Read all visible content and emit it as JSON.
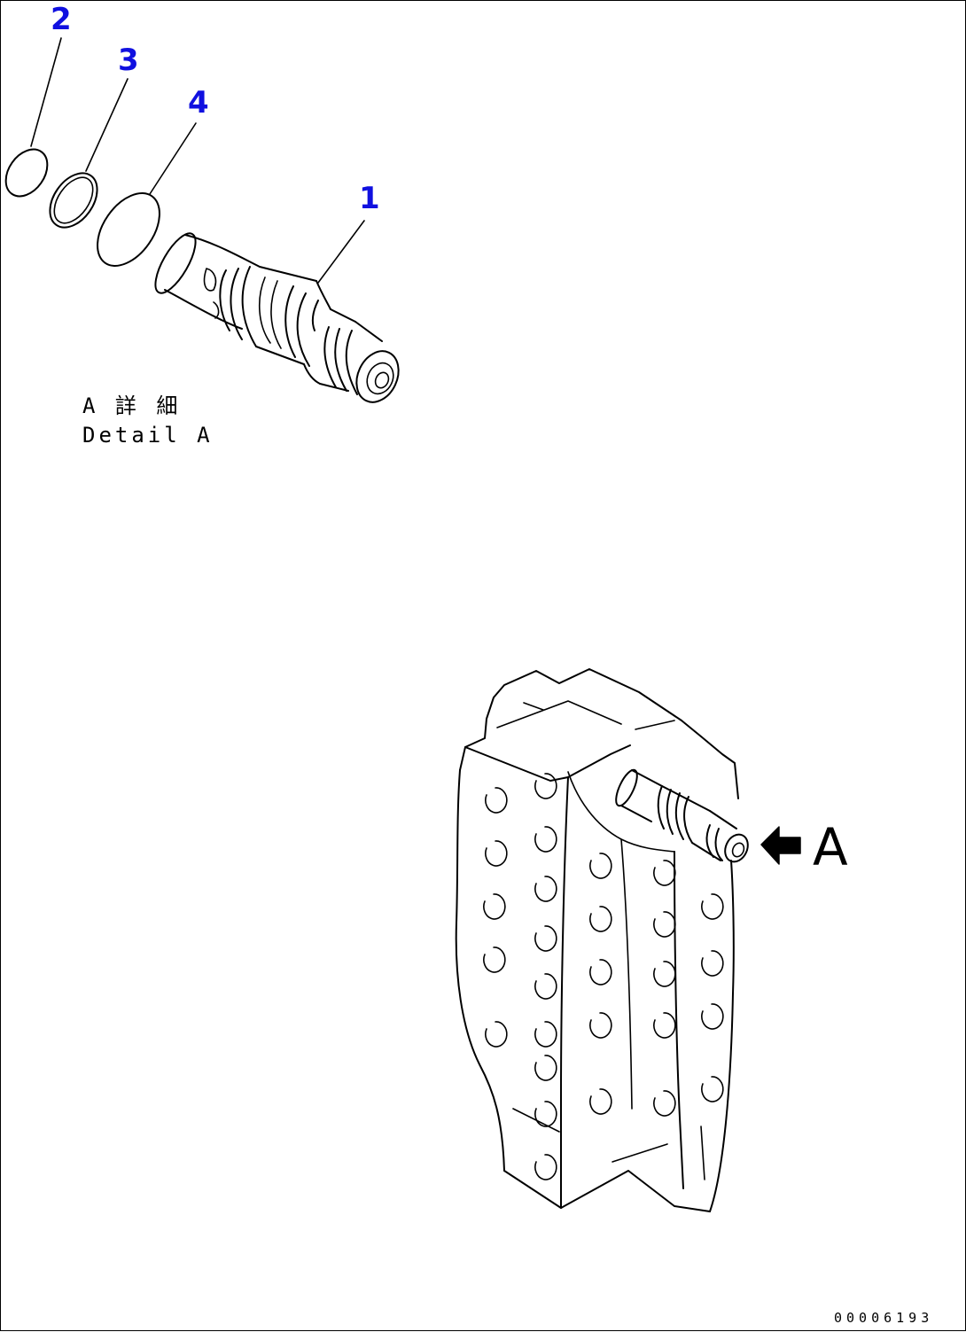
{
  "callouts": [
    {
      "id": "2",
      "label": "2"
    },
    {
      "id": "3",
      "label": "3"
    },
    {
      "id": "4",
      "label": "4"
    },
    {
      "id": "1",
      "label": "1"
    }
  ],
  "detail_caption": {
    "jp": "A 詳 細",
    "en": "Detail A"
  },
  "view_label": "A",
  "document_id": "00006193",
  "colors": {
    "callout": "#1010e0",
    "line": "#000000"
  }
}
